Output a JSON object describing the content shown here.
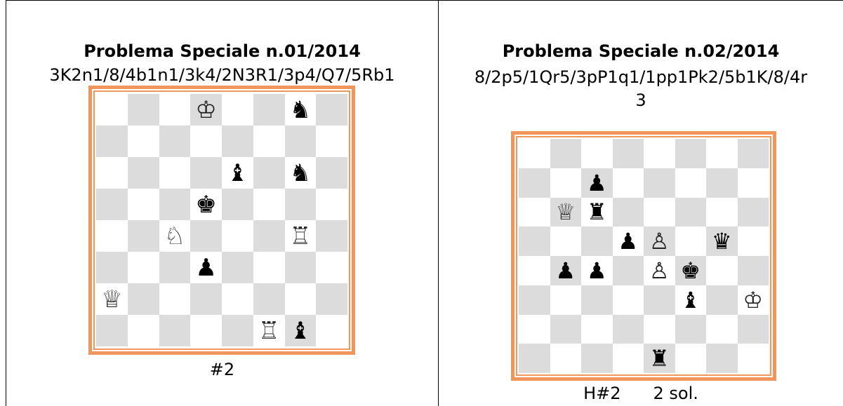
{
  "problems": [
    {
      "title": "Problema Speciale n.01/2014",
      "fen": "3K2n1/8/4b1n1/3k4/2N3R1/3p4/Q7/5Rb1",
      "stipulation": "#2",
      "board": [
        [
          "",
          "",
          "",
          "K",
          "",
          "",
          "n",
          ""
        ],
        [
          "",
          "",
          "",
          "",
          "",
          "",
          "",
          ""
        ],
        [
          "",
          "",
          "",
          "",
          "b",
          "",
          "n",
          ""
        ],
        [
          "",
          "",
          "",
          "k",
          "",
          "",
          "",
          ""
        ],
        [
          "",
          "",
          "N",
          "",
          "",
          "",
          "R",
          ""
        ],
        [
          "",
          "",
          "",
          "p",
          "",
          "",
          "",
          ""
        ],
        [
          "Q",
          "",
          "",
          "",
          "",
          "",
          "",
          ""
        ],
        [
          "",
          "",
          "",
          "",
          "",
          "R",
          "b",
          ""
        ]
      ]
    },
    {
      "title": "Problema Speciale n.02/2014",
      "fen_line1": "8/2p5/1Qr5/3pP1q1/1pp1Pk2/5b1K/8/4r",
      "fen_line2": "3",
      "stipulation": "H#2",
      "solutions": "2 sol.",
      "board": [
        [
          "",
          "",
          "",
          "",
          "",
          "",
          "",
          ""
        ],
        [
          "",
          "",
          "p",
          "",
          "",
          "",
          "",
          ""
        ],
        [
          "",
          "Q",
          "r",
          "",
          "",
          "",
          "",
          ""
        ],
        [
          "",
          "",
          "",
          "p",
          "P",
          "",
          "q",
          ""
        ],
        [
          "",
          "p",
          "p",
          "",
          "P",
          "k",
          "",
          ""
        ],
        [
          "",
          "",
          "",
          "",
          "",
          "b",
          "",
          "K"
        ],
        [
          "",
          "",
          "",
          "",
          "",
          "",
          "",
          ""
        ],
        [
          "",
          "",
          "",
          "",
          "r",
          "",
          "",
          ""
        ]
      ]
    }
  ],
  "colors": {
    "board_border": "#f0955c",
    "light_square": "#ffffff",
    "dark_square": "#dcdcdc"
  }
}
